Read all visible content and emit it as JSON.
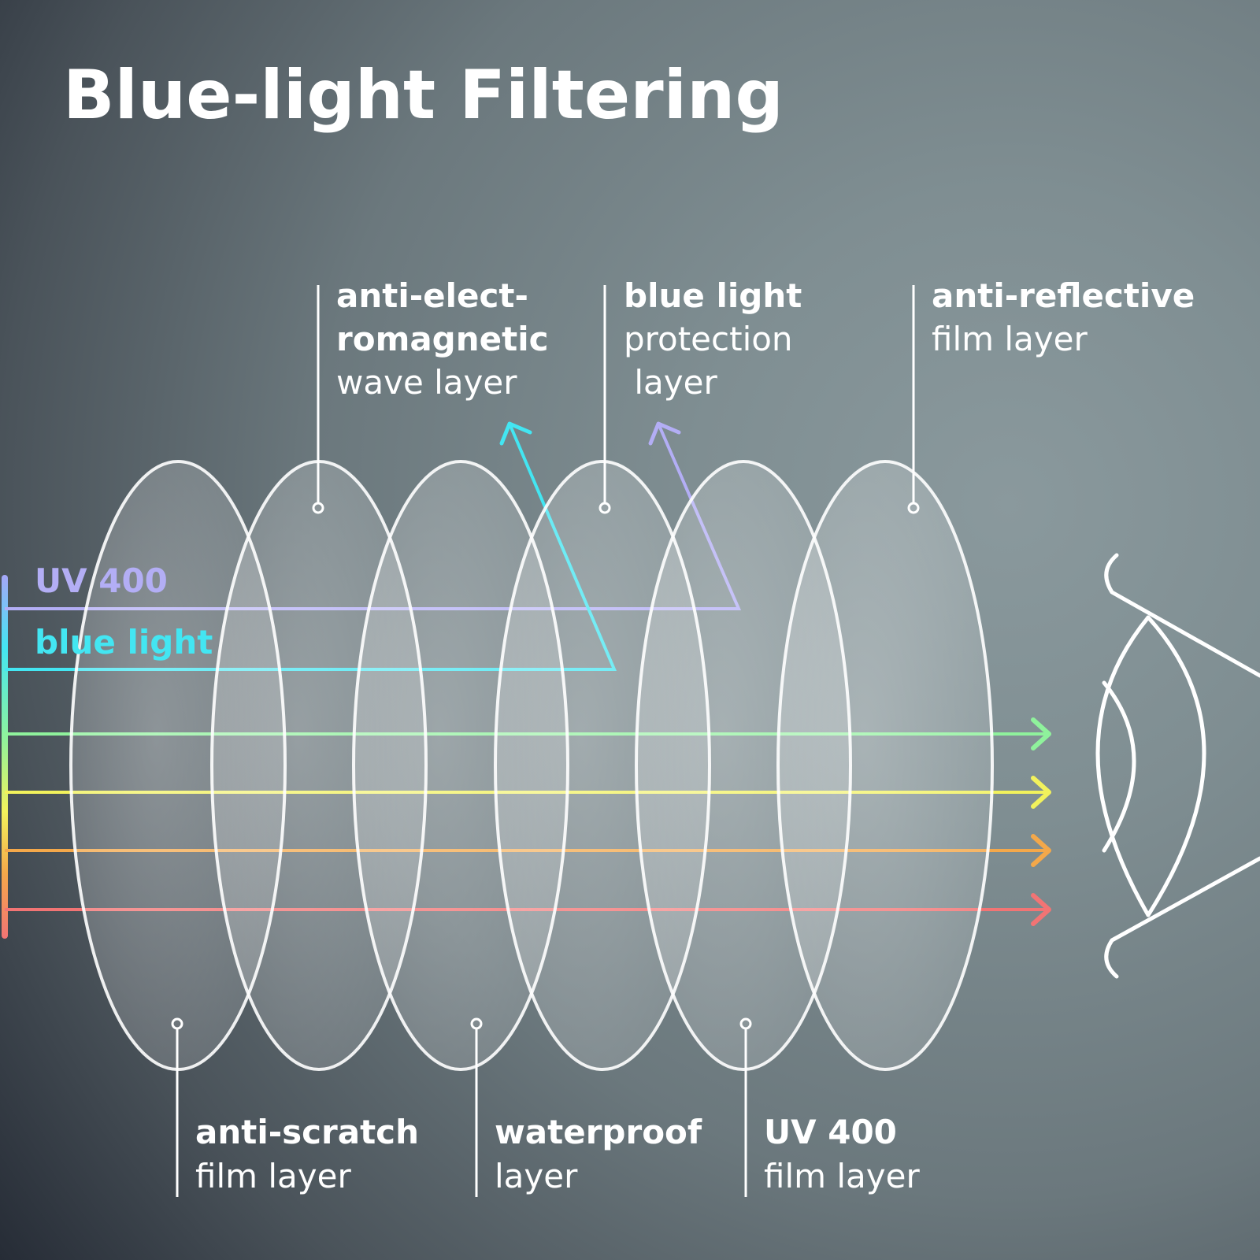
{
  "title": "Blue-light Filtering",
  "layers_top": [
    {
      "bold": [
        "anti-elect-",
        "romagnetic"
      ],
      "regular": [
        "wave layer"
      ]
    },
    {
      "bold": [
        "blue light"
      ],
      "regular": [
        "protection",
        " layer"
      ]
    },
    {
      "bold": [
        "anti-reflective"
      ],
      "regular": [
        "film layer"
      ]
    }
  ],
  "layers_bottom": [
    {
      "bold": [
        "anti-scratch"
      ],
      "regular": [
        "film layer"
      ]
    },
    {
      "bold": [
        "waterproof"
      ],
      "regular": [
        "layer"
      ]
    },
    {
      "bold": [
        "UV 400"
      ],
      "regular": [
        "film layer"
      ]
    }
  ],
  "rays": [
    {
      "label": "UV 400",
      "color": "#b3aef5",
      "reflected": true
    },
    {
      "label": "blue light",
      "color": "#43e6f2",
      "reflected": true
    },
    {
      "label": "",
      "color": "#8ff29c",
      "reflected": false
    },
    {
      "label": "",
      "color": "#f2f25c",
      "reflected": false
    },
    {
      "label": "",
      "color": "#f4a84a",
      "reflected": false
    },
    {
      "label": "",
      "color": "#f27474",
      "reflected": false
    }
  ],
  "icons": {
    "eye": "eye-icon"
  }
}
